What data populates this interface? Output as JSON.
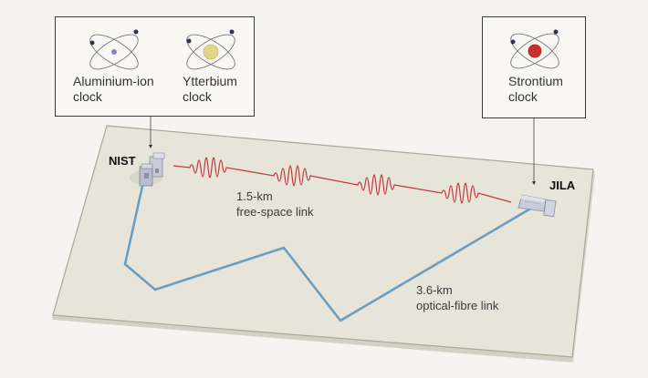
{
  "clocks": [
    {
      "label": "Aluminium-ion\nclock",
      "nucleus_color": "#8a7fc0",
      "nucleus_size": "small",
      "site": "NIST"
    },
    {
      "label": "Ytterbium\nclock",
      "nucleus_color": "#e0d68a",
      "nucleus_size": "large",
      "site": "NIST"
    },
    {
      "label": "Strontium\nclock",
      "nucleus_color": "#c9302c",
      "nucleus_size": "large",
      "site": "JILA"
    }
  ],
  "sites": {
    "nist": "NIST",
    "jila": "JILA"
  },
  "links": {
    "free_space": {
      "label": "1.5-km\nfree-space link",
      "color": "#c0393b"
    },
    "fibre": {
      "label": "3.6-km\noptical-fibre link",
      "color": "#6a9ec0"
    }
  },
  "colors": {
    "background": "#f5f4ee",
    "plate": "#e7e5da",
    "plate_edge": "#cfcdbf"
  }
}
